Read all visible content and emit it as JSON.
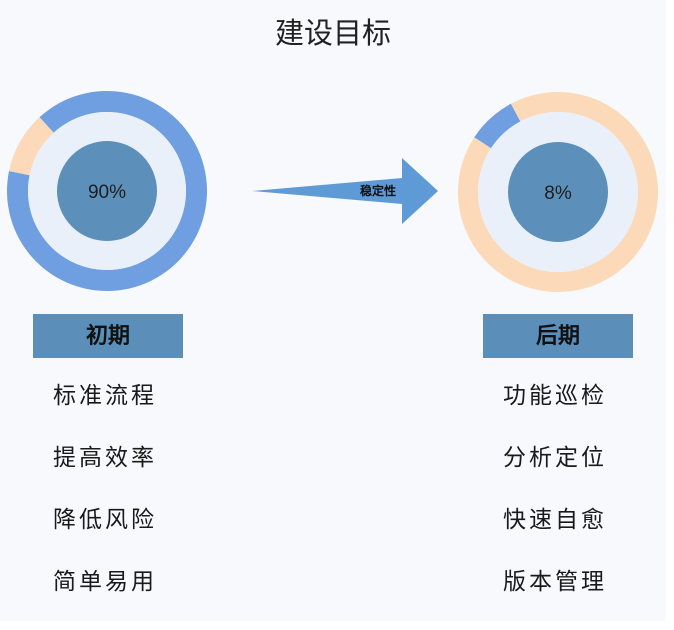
{
  "title": "建设目标",
  "arrow": {
    "label": "稳定性"
  },
  "initial": {
    "label": "初期",
    "percent_label": "90%",
    "items": [
      "标准流程",
      "提高效率",
      "降低风险",
      "简单易用"
    ]
  },
  "later": {
    "label": "后期",
    "percent_label": "8%",
    "items": [
      "功能巡检",
      "分析定位",
      "快速自愈",
      "版本管理"
    ]
  },
  "chart_data": [
    {
      "type": "pie",
      "categories": [],
      "values": [
        90,
        10
      ],
      "center_label": "90%",
      "colors": [
        "#6f9fe0",
        "#fcd9b8"
      ]
    },
    {
      "type": "pie",
      "categories": [],
      "values": [
        8,
        92
      ],
      "center_label": "8%",
      "colors": [
        "#6f9fe0",
        "#fcd9b8"
      ]
    }
  ],
  "colors": {
    "ring_primary": "#6f9fe0",
    "ring_secondary": "#fcd9b8",
    "ring_inner": "#e9f0fa",
    "core": "#5c90ba",
    "phase_box": "#5b8fb9",
    "arrow": "#5d9ad6"
  }
}
